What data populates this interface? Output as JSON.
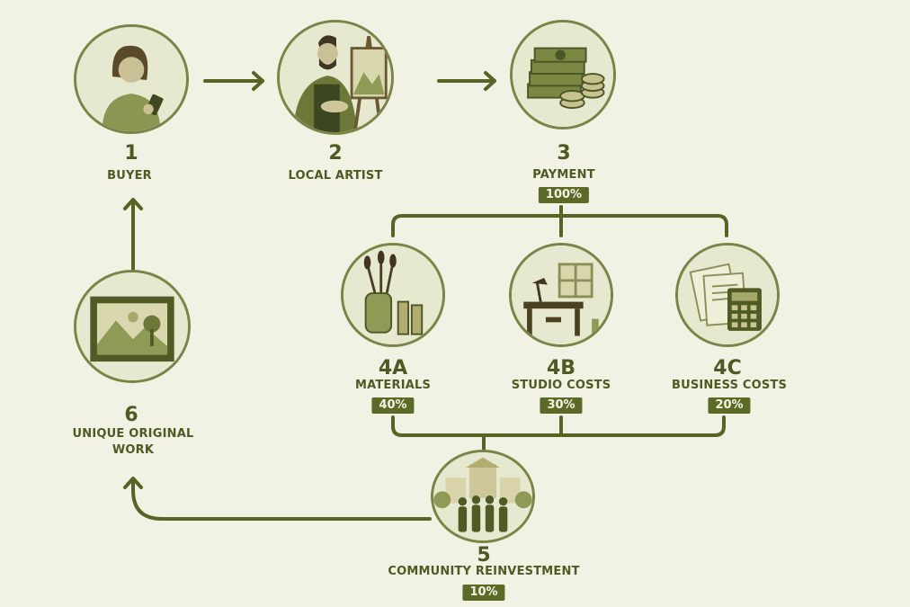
{
  "nodes": {
    "buyer": {
      "number": "1",
      "label": "BUYER"
    },
    "artist": {
      "number": "2",
      "label": "LOCAL ARTIST"
    },
    "payment": {
      "number": "3",
      "label": "PAYMENT",
      "share": "100%"
    },
    "materials": {
      "number": "4A",
      "label": "MATERIALS",
      "share": "40%"
    },
    "studio": {
      "number": "4B",
      "label": "STUDIO COSTS",
      "share": "30%"
    },
    "business": {
      "number": "4C",
      "label": "BUSINESS COSTS",
      "share": "20%"
    },
    "community": {
      "number": "5",
      "label": "COMMUNITY REINVESTMENT",
      "share": "10%"
    },
    "work": {
      "number": "6",
      "label_line1": "UNIQUE ORIGINAL",
      "label_line2": "WORK"
    }
  },
  "icons": {
    "buyer": "person-with-tablet-icon",
    "artist": "painter-at-easel-icon",
    "payment": "money-stack-icon",
    "materials": "paint-brushes-icon",
    "studio": "studio-desk-icon",
    "business": "calculator-documents-icon",
    "community": "community-people-icon",
    "work": "framed-landscape-icon"
  },
  "colors": {
    "background": "#f1f1e4",
    "accent": "#5c6a27",
    "line": "#5a6326",
    "circle_fill": "#e6e8cf"
  }
}
